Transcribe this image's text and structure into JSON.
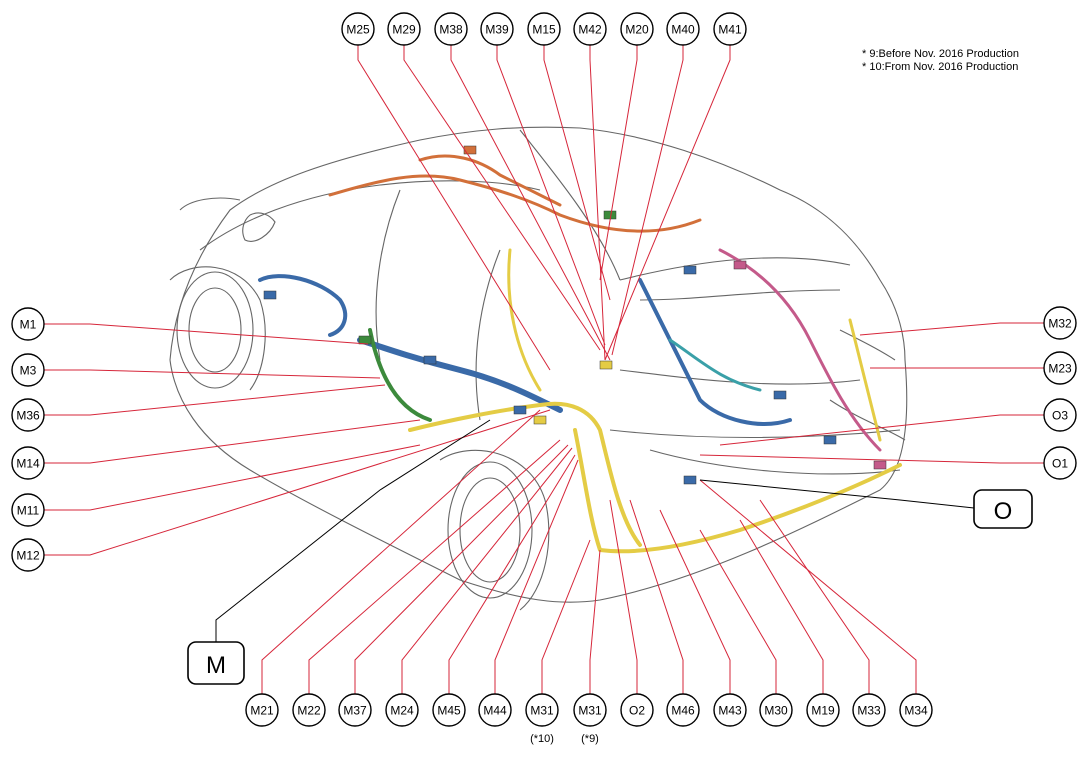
{
  "notes": [
    "* 9:Before Nov. 2016 Production",
    "* 10:From Nov. 2016 Production"
  ],
  "colors": {
    "leader": "#d6263a",
    "harness_yellow": "#e4cc45",
    "harness_blue": "#3a6aa8",
    "harness_green": "#3c8a3c",
    "harness_pink": "#c45a8a",
    "harness_orange": "#d2703a",
    "harness_teal": "#3aa0a8",
    "outline": "#555555"
  },
  "group_labels": {
    "m": "M",
    "o": "O"
  },
  "connectors": {
    "top": [
      "M25",
      "M29",
      "M38",
      "M39",
      "M15",
      "M42",
      "M20",
      "M40",
      "M41"
    ],
    "left": [
      "M1",
      "M3",
      "M36",
      "M14",
      "M11",
      "M12"
    ],
    "right": [
      "M32",
      "M23",
      "O3",
      "O1"
    ],
    "bottom": [
      "M21",
      "M22",
      "M37",
      "M24",
      "M45",
      "M44",
      "M31",
      "M31",
      "O2",
      "M46",
      "M43",
      "M30",
      "M19",
      "M33",
      "M34"
    ]
  },
  "bottom_sublabels": {
    "M31a": "(*10)",
    "M31b": "(*9)"
  }
}
